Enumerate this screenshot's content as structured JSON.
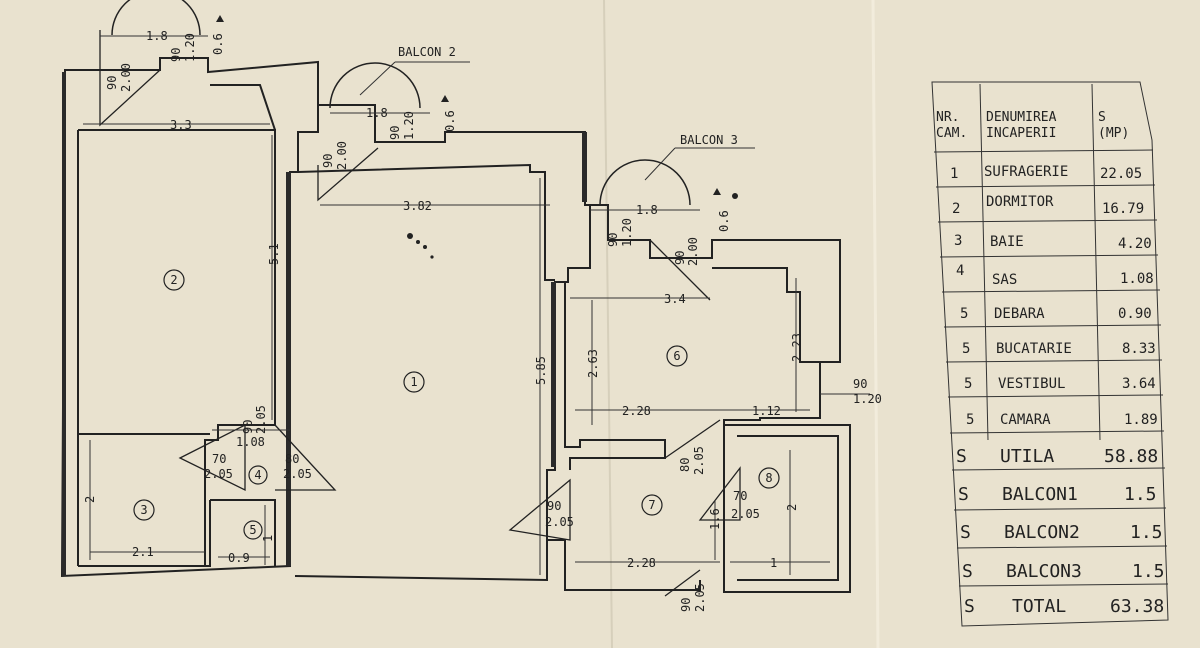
{
  "balconies": {
    "b2_label": "BALCON 2",
    "b3_label": "BALCON 3"
  },
  "dimensions": {
    "top_1_8": "1.8",
    "top_1_20": "1.20",
    "top_90a": "90",
    "top_0_6": "0.6",
    "top_90_2_00": "90",
    "top_2_00": "2.00",
    "w_3_3": "3.3",
    "h_5_1": "5.1",
    "b2_1_8": "1.8",
    "b2_90": "90",
    "b2_1_20": "1.20",
    "b2_0_6": "0.6",
    "b2_90b": "90",
    "b2_2_00": "2.00",
    "w_3_82": "3.82",
    "h_5_85": "5.85",
    "b3_1_8": "1.8",
    "b3_90": "90",
    "b3_1_20": "1.20",
    "b3_0_6": "0.6",
    "b3_90b": "90",
    "b3_2_00": "2.00",
    "w_3_4": "3.4",
    "h_2_63": "2.63",
    "h_2_23": "2.23",
    "w_2_28a": "2.28",
    "w_1_12": "1.12",
    "side_90": "90",
    "side_1_20": "1.20",
    "d_90_2_05": "90",
    "d_2_05": "2.05",
    "w_1_08": "1.08",
    "d_70": "70",
    "d_70_2_05": "2.05",
    "d_80": "80",
    "d_80_2_05": "2.05",
    "h_2": "2",
    "w_2_1": "2.1",
    "w_0_9": "0.9",
    "h_1": "1",
    "k_90": "90",
    "k_2_05": "2.05",
    "k_80": "80",
    "k_80_2_05": "2.05",
    "c_70": "70",
    "c_2_05": "2.05",
    "c_1_6": "1.6",
    "c_2": "2",
    "w_2_28b": "2.28",
    "w_1": "1",
    "e_90": "90",
    "e_2_05": "2.05"
  },
  "room_markers": [
    "1",
    "2",
    "3",
    "4",
    "5",
    "6",
    "7",
    "8"
  ],
  "legend": {
    "header": {
      "nr_line1": "NR.",
      "nr_line2": "CAM.",
      "name_line1": "DENUMIREA",
      "name_line2": "INCAPERII",
      "s_line1": "S",
      "s_line2": "(MP)"
    },
    "rooms": [
      {
        "nr": "1",
        "name": "SUFRAGERIE",
        "area": "22.05"
      },
      {
        "nr": "2",
        "name": "DORMITOR",
        "area": "16.79"
      },
      {
        "nr": "3",
        "name": "BAIE",
        "area": "4.20"
      },
      {
        "nr": "4",
        "name": "SAS",
        "area": "1.08"
      },
      {
        "nr": "5",
        "name": "DEBARA",
        "area": "0.90"
      },
      {
        "nr": "5",
        "name": "BUCATARIE",
        "area": "8.33"
      },
      {
        "nr": "5",
        "name": "VESTIBUL",
        "area": "3.64"
      },
      {
        "nr": "5",
        "name": "CAMARA",
        "area": "1.89"
      }
    ],
    "totals": [
      {
        "s": "S",
        "name": "UTILA",
        "area": "58.88"
      },
      {
        "s": "S",
        "name": "BALCON1",
        "area": "1.5"
      },
      {
        "s": "S",
        "name": "BALCON2",
        "area": "1.5"
      },
      {
        "s": "S",
        "name": "BALCON3",
        "area": "1.5"
      },
      {
        "s": "S",
        "name": "TOTAL",
        "area": "63.38"
      }
    ]
  }
}
